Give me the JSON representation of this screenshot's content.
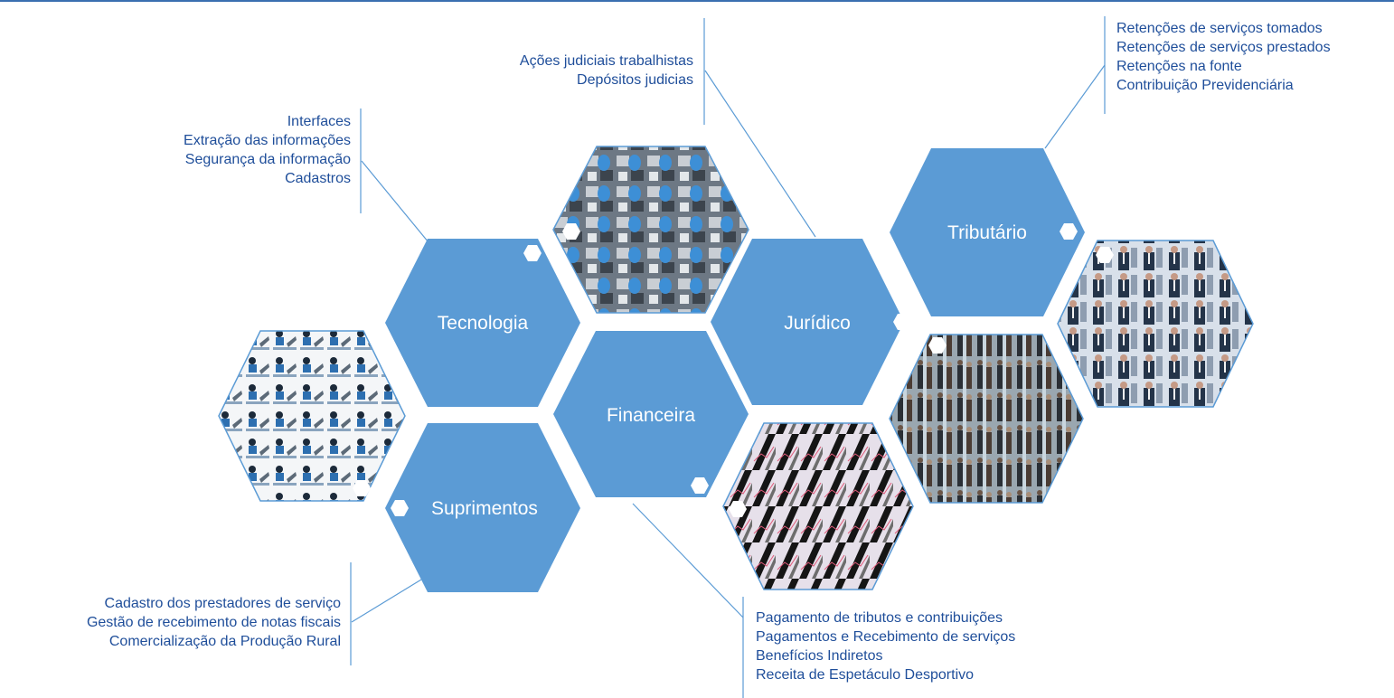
{
  "colors": {
    "hex_fill": "#5b9bd5",
    "connector": "#5b9bd5",
    "text": "#1f4e9a",
    "rule": "#3a6fb0"
  },
  "hexagons": {
    "tecnologia": "Tecnologia",
    "financeira": "Financeira",
    "juridico": "Jurídico",
    "tributario": "Tributário",
    "suprimentos": "Suprimentos"
  },
  "groups": {
    "tecnologia": [
      "Interfaces",
      "Extração das informações",
      "Segurança da informação",
      "Cadastros"
    ],
    "juridico": [
      "Ações judiciais trabalhistas",
      "Depósitos judicias"
    ],
    "tributario": [
      "Retenções de serviços tomados",
      "Retenções de serviços prestados",
      "Retenções na fonte",
      "Contribuição Previdenciária"
    ],
    "suprimentos": [
      "Cadastro dos prestadores de serviço",
      "Gestão de recebimento de notas fiscais",
      "Comercialização da Produção Rural"
    ],
    "financeira": [
      "Pagamento de tributos e contribuições",
      "Pagamentos e Recebimento de serviços",
      "Benefícios Indiretos",
      "Receita de Espetáculo Desportivo"
    ]
  },
  "photos": [
    "phone-keyboard-photo",
    "business-meeting-photo",
    "business-people-photo",
    "financial-chart-photo",
    "businessman-photo"
  ]
}
